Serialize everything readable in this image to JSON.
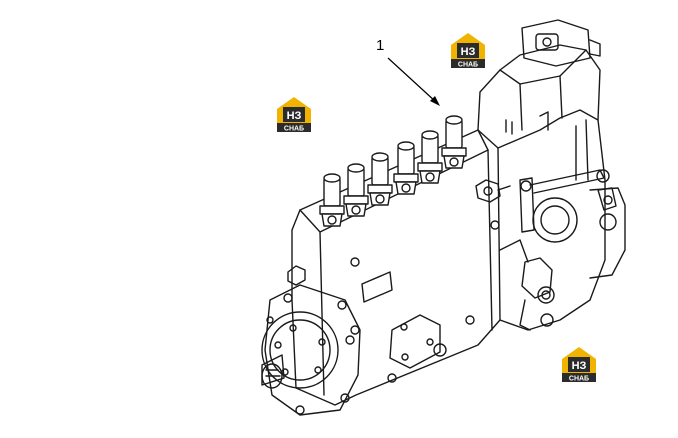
{
  "diagram": {
    "callouts": [
      {
        "label": "1"
      }
    ],
    "watermarks": [
      {
        "letters": "НЗ",
        "caption": "СНАБ"
      },
      {
        "letters": "НЗ",
        "caption": "СНАБ"
      },
      {
        "letters": "НЗ",
        "caption": "СНАБ"
      }
    ],
    "colors": {
      "line": "#1a1a1a",
      "logo_gold": "#f0b400",
      "logo_dark": "#2b2b2b",
      "logo_text": "#ffffff"
    }
  }
}
